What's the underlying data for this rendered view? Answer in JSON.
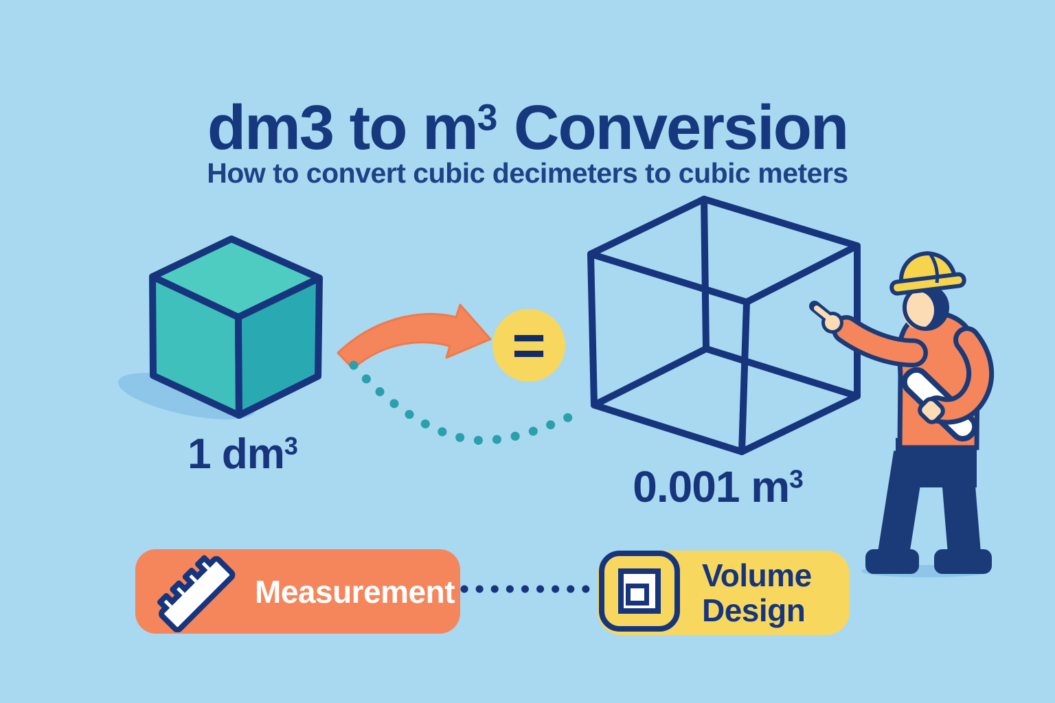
{
  "header": {
    "title_pre": "dm3 to m",
    "title_sup": "3",
    "title_post": " Conversion",
    "subtitle": "How to convert cubic decimeters to cubic meters"
  },
  "diagram": {
    "source_cube": {
      "label_base": "1 dm",
      "label_sup": "3",
      "face_colors": {
        "top": "#4fccc2",
        "left": "#3fc0bc",
        "right": "#29aab3"
      }
    },
    "equals_symbol": "=",
    "target_cube": {
      "label_base": "0.001 m",
      "label_sup": "3"
    },
    "icons": {
      "conversion_arrow": "curved-arrow-icon",
      "equivalence": "equals-icon",
      "path_dots": "dotted-swoosh",
      "figure": "engineer-character",
      "figure_props": [
        "hard-hat",
        "blueprint-roll"
      ]
    }
  },
  "footer": {
    "measurement_badge": {
      "label": "Measurement",
      "icon": "ruler-icon",
      "color": "#f5855b"
    },
    "connector": "dotted-line",
    "volume_badge": {
      "label_line1": "Volume",
      "label_line2": "Design",
      "icon": "nested-squares-icon",
      "color": "#f7d75e"
    }
  },
  "colors": {
    "background": "#a9d8f1",
    "navy": "#16357d",
    "teal_dots": "#2aa0ab",
    "orange": "#f5855b",
    "yellow": "#f7d75e",
    "skin": "#fbdcb4",
    "shadow_blue": "#8dc6e9"
  }
}
